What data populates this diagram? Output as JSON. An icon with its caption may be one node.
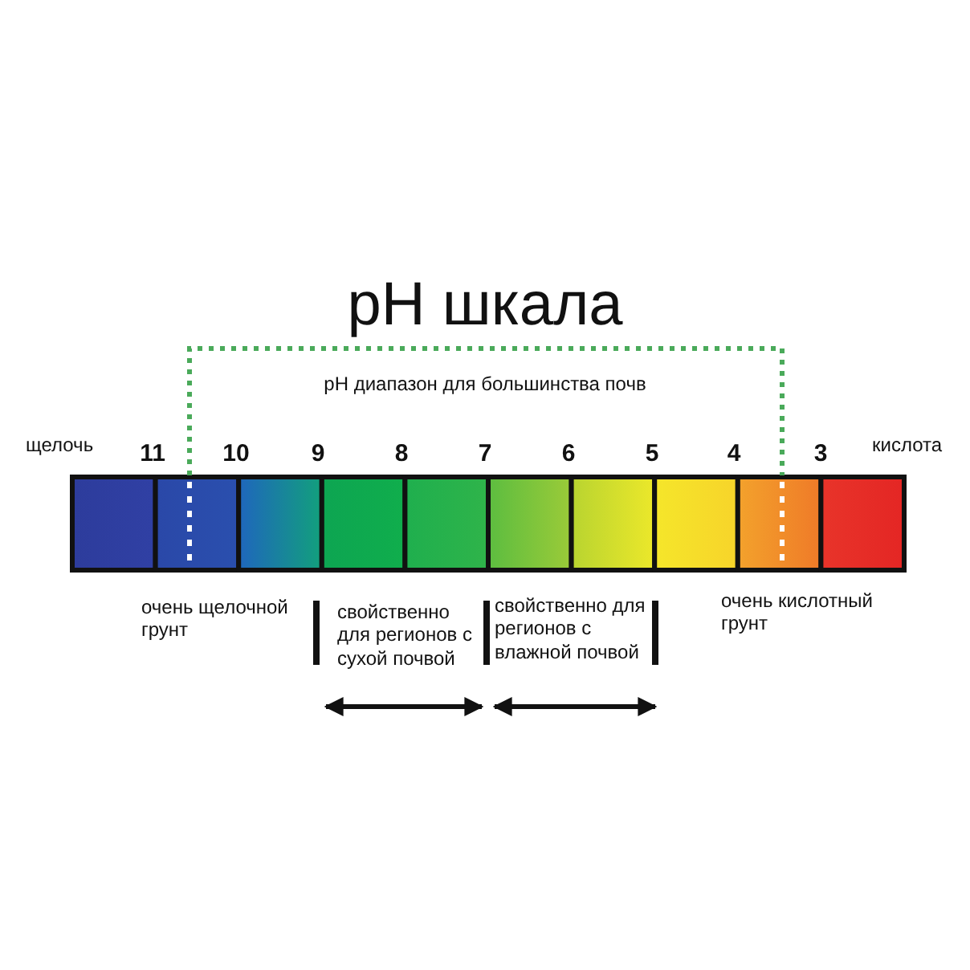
{
  "diagram": {
    "title": "pH шкала",
    "labels": [
      "pH диапазон для большинства почв",
      "щелочь",
      "11",
      "10",
      "9",
      "8",
      "7",
      "6",
      "5",
      "4",
      "3",
      "кислота",
      "очень щелочной грунт",
      "свойственно для регионов с сухой почвой",
      "свойственно для регионов с влажной почвой",
      "очень кислотный грунт"
    ]
  }
}
